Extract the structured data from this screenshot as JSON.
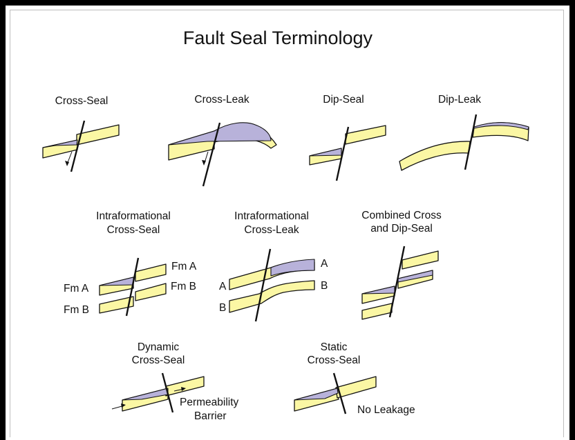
{
  "title": "Fault Seal Terminology",
  "labels": {
    "cross_seal": "Cross-Seal",
    "cross_leak": "Cross-Leak",
    "dip_seal": "Dip-Seal",
    "dip_leak": "Dip-Leak",
    "intra_seal_1": "Intraformational",
    "intra_seal_2": "Cross-Seal",
    "intra_leak_1": "Intraformational",
    "intra_leak_2": "Cross-Leak",
    "combined_1": "Combined Cross",
    "combined_2": "and Dip-Seal",
    "dynamic_1": "Dynamic",
    "dynamic_2": "Cross-Seal",
    "static_1": "Static",
    "static_2": "Cross-Seal"
  },
  "annotations": {
    "fm_a_right": "Fm A",
    "fm_b_right": "Fm B",
    "fm_a_left": "Fm A",
    "fm_b_left": "Fm B",
    "a_right": "A",
    "b_right": "B",
    "a_left": "A",
    "b_left": "B",
    "permeability_1": "Permeability",
    "permeability_2": "Barrier",
    "no_leakage": "No Leakage"
  },
  "colors": {
    "reservoir_bed": "#fbf7a4",
    "hydrocarbon": "#b8b2da",
    "fault_line": "#111111",
    "frame": "#000000"
  }
}
